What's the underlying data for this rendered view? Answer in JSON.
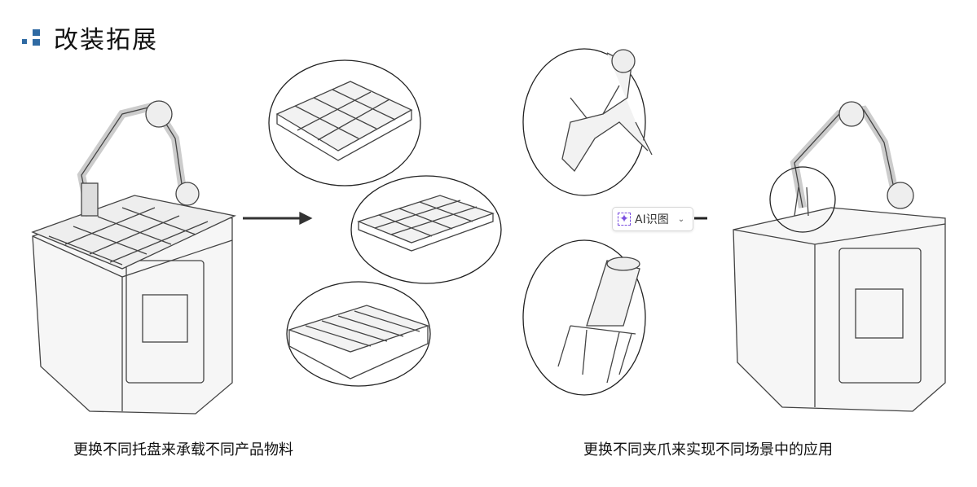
{
  "title": "改装拓展",
  "captions": {
    "left": "更换不同托盘来承载不同产品物料",
    "right": "更换不同夹爪来实现不同场景中的应用"
  },
  "ai_button": {
    "label": "AI识图",
    "icon": "sparkle-scan-icon",
    "chevron": "chevron-down-icon"
  },
  "colors": {
    "accent": "#2f6aa3",
    "ai": "#7b4fe0"
  }
}
